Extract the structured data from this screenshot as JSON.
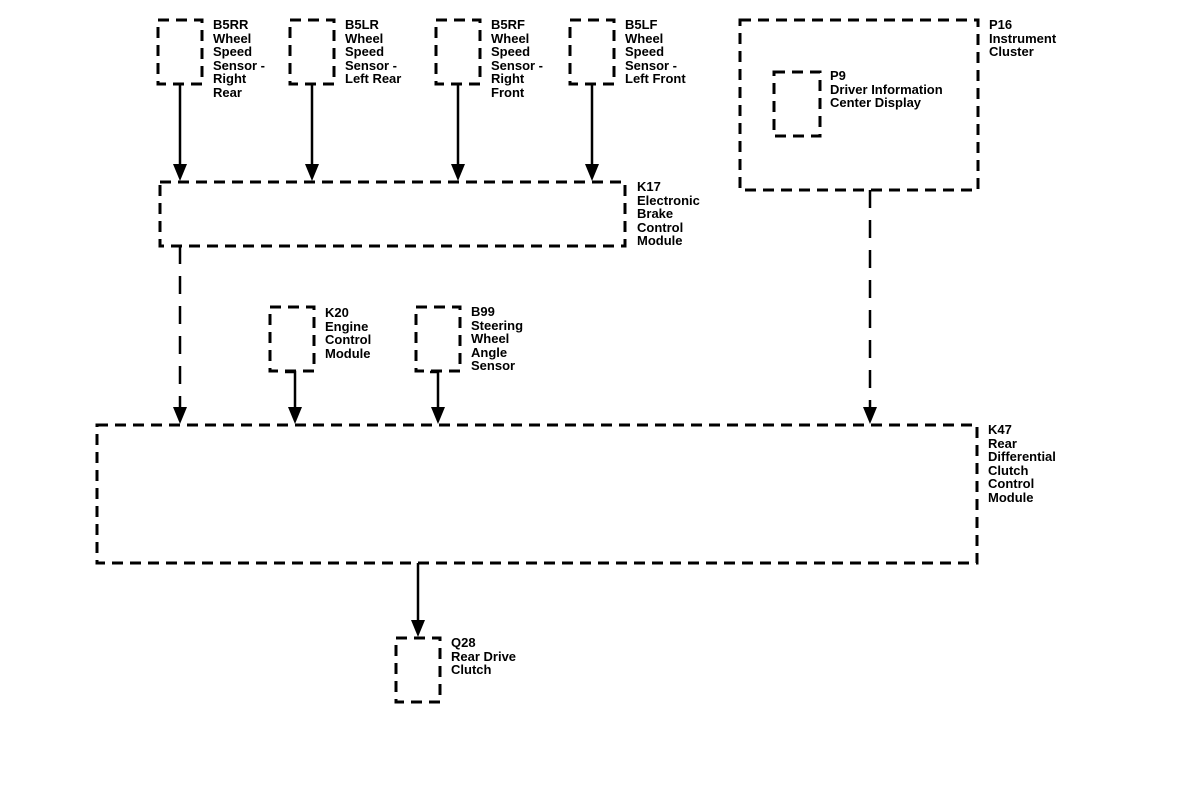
{
  "components": {
    "b5rr": {
      "id": "B5RR",
      "lines": [
        "Wheel",
        "Speed",
        "Sensor -",
        "Right",
        "Rear"
      ]
    },
    "b5lr": {
      "id": "B5LR",
      "lines": [
        "Wheel",
        "Speed",
        "Sensor -",
        "Left Rear"
      ]
    },
    "b5rf": {
      "id": "B5RF",
      "lines": [
        "Wheel",
        "Speed",
        "Sensor -",
        "Right",
        "Front"
      ]
    },
    "b5lf": {
      "id": "B5LF",
      "lines": [
        "Wheel",
        "Speed",
        "Sensor -",
        "Left Front"
      ]
    },
    "p16": {
      "id": "P16",
      "lines": [
        "Instrument",
        "Cluster"
      ]
    },
    "p9": {
      "id": "P9",
      "lines": [
        "Driver Information",
        "Center Display"
      ]
    },
    "k17": {
      "id": "K17",
      "lines": [
        "Electronic",
        "Brake",
        "Control",
        "Module"
      ]
    },
    "k20": {
      "id": "K20",
      "lines": [
        "Engine",
        "Control",
        "Module"
      ]
    },
    "b99": {
      "id": "B99",
      "lines": [
        "Steering",
        "Wheel",
        "Angle",
        "Sensor"
      ]
    },
    "k47": {
      "id": "K47",
      "lines": [
        "Rear",
        "Differential",
        "Clutch",
        "Control",
        "Module"
      ]
    },
    "q28": {
      "id": "Q28",
      "lines": [
        "Rear Drive",
        "Clutch"
      ]
    }
  },
  "connections": [
    {
      "from": "B5RR",
      "to": "K17",
      "style": "solid"
    },
    {
      "from": "B5LR",
      "to": "K17",
      "style": "solid"
    },
    {
      "from": "B5RF",
      "to": "K17",
      "style": "solid"
    },
    {
      "from": "B5LF",
      "to": "K17",
      "style": "solid"
    },
    {
      "from": "K17",
      "to": "K47",
      "style": "dashed"
    },
    {
      "from": "K20",
      "to": "K47",
      "style": "solid"
    },
    {
      "from": "B99",
      "to": "K47",
      "style": "solid"
    },
    {
      "from": "P16",
      "to": "K47",
      "style": "dashed"
    },
    {
      "from": "K47",
      "to": "Q28",
      "style": "solid"
    }
  ]
}
